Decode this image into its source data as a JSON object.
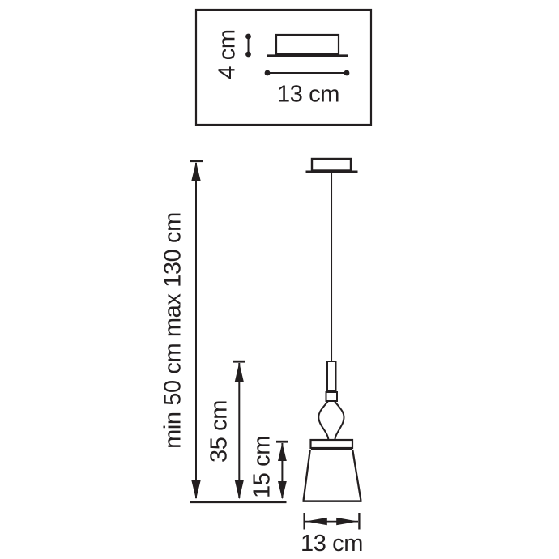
{
  "diagram": {
    "colors": {
      "line": "#231f20",
      "background": "#ffffff"
    },
    "labels": {
      "canopy_height": "4 cm",
      "canopy_width": "13 cm",
      "suspension_range": "min 50 cm max 130 cm",
      "body_height": "35 cm",
      "shade_height": "15 cm",
      "shade_width": "13 cm"
    },
    "values": {
      "canopy_height_cm": 4,
      "canopy_width_cm": 13,
      "suspension_min_cm": 50,
      "suspension_max_cm": 130,
      "body_height_cm": 35,
      "shade_height_cm": 15,
      "shade_width_cm": 13
    }
  }
}
